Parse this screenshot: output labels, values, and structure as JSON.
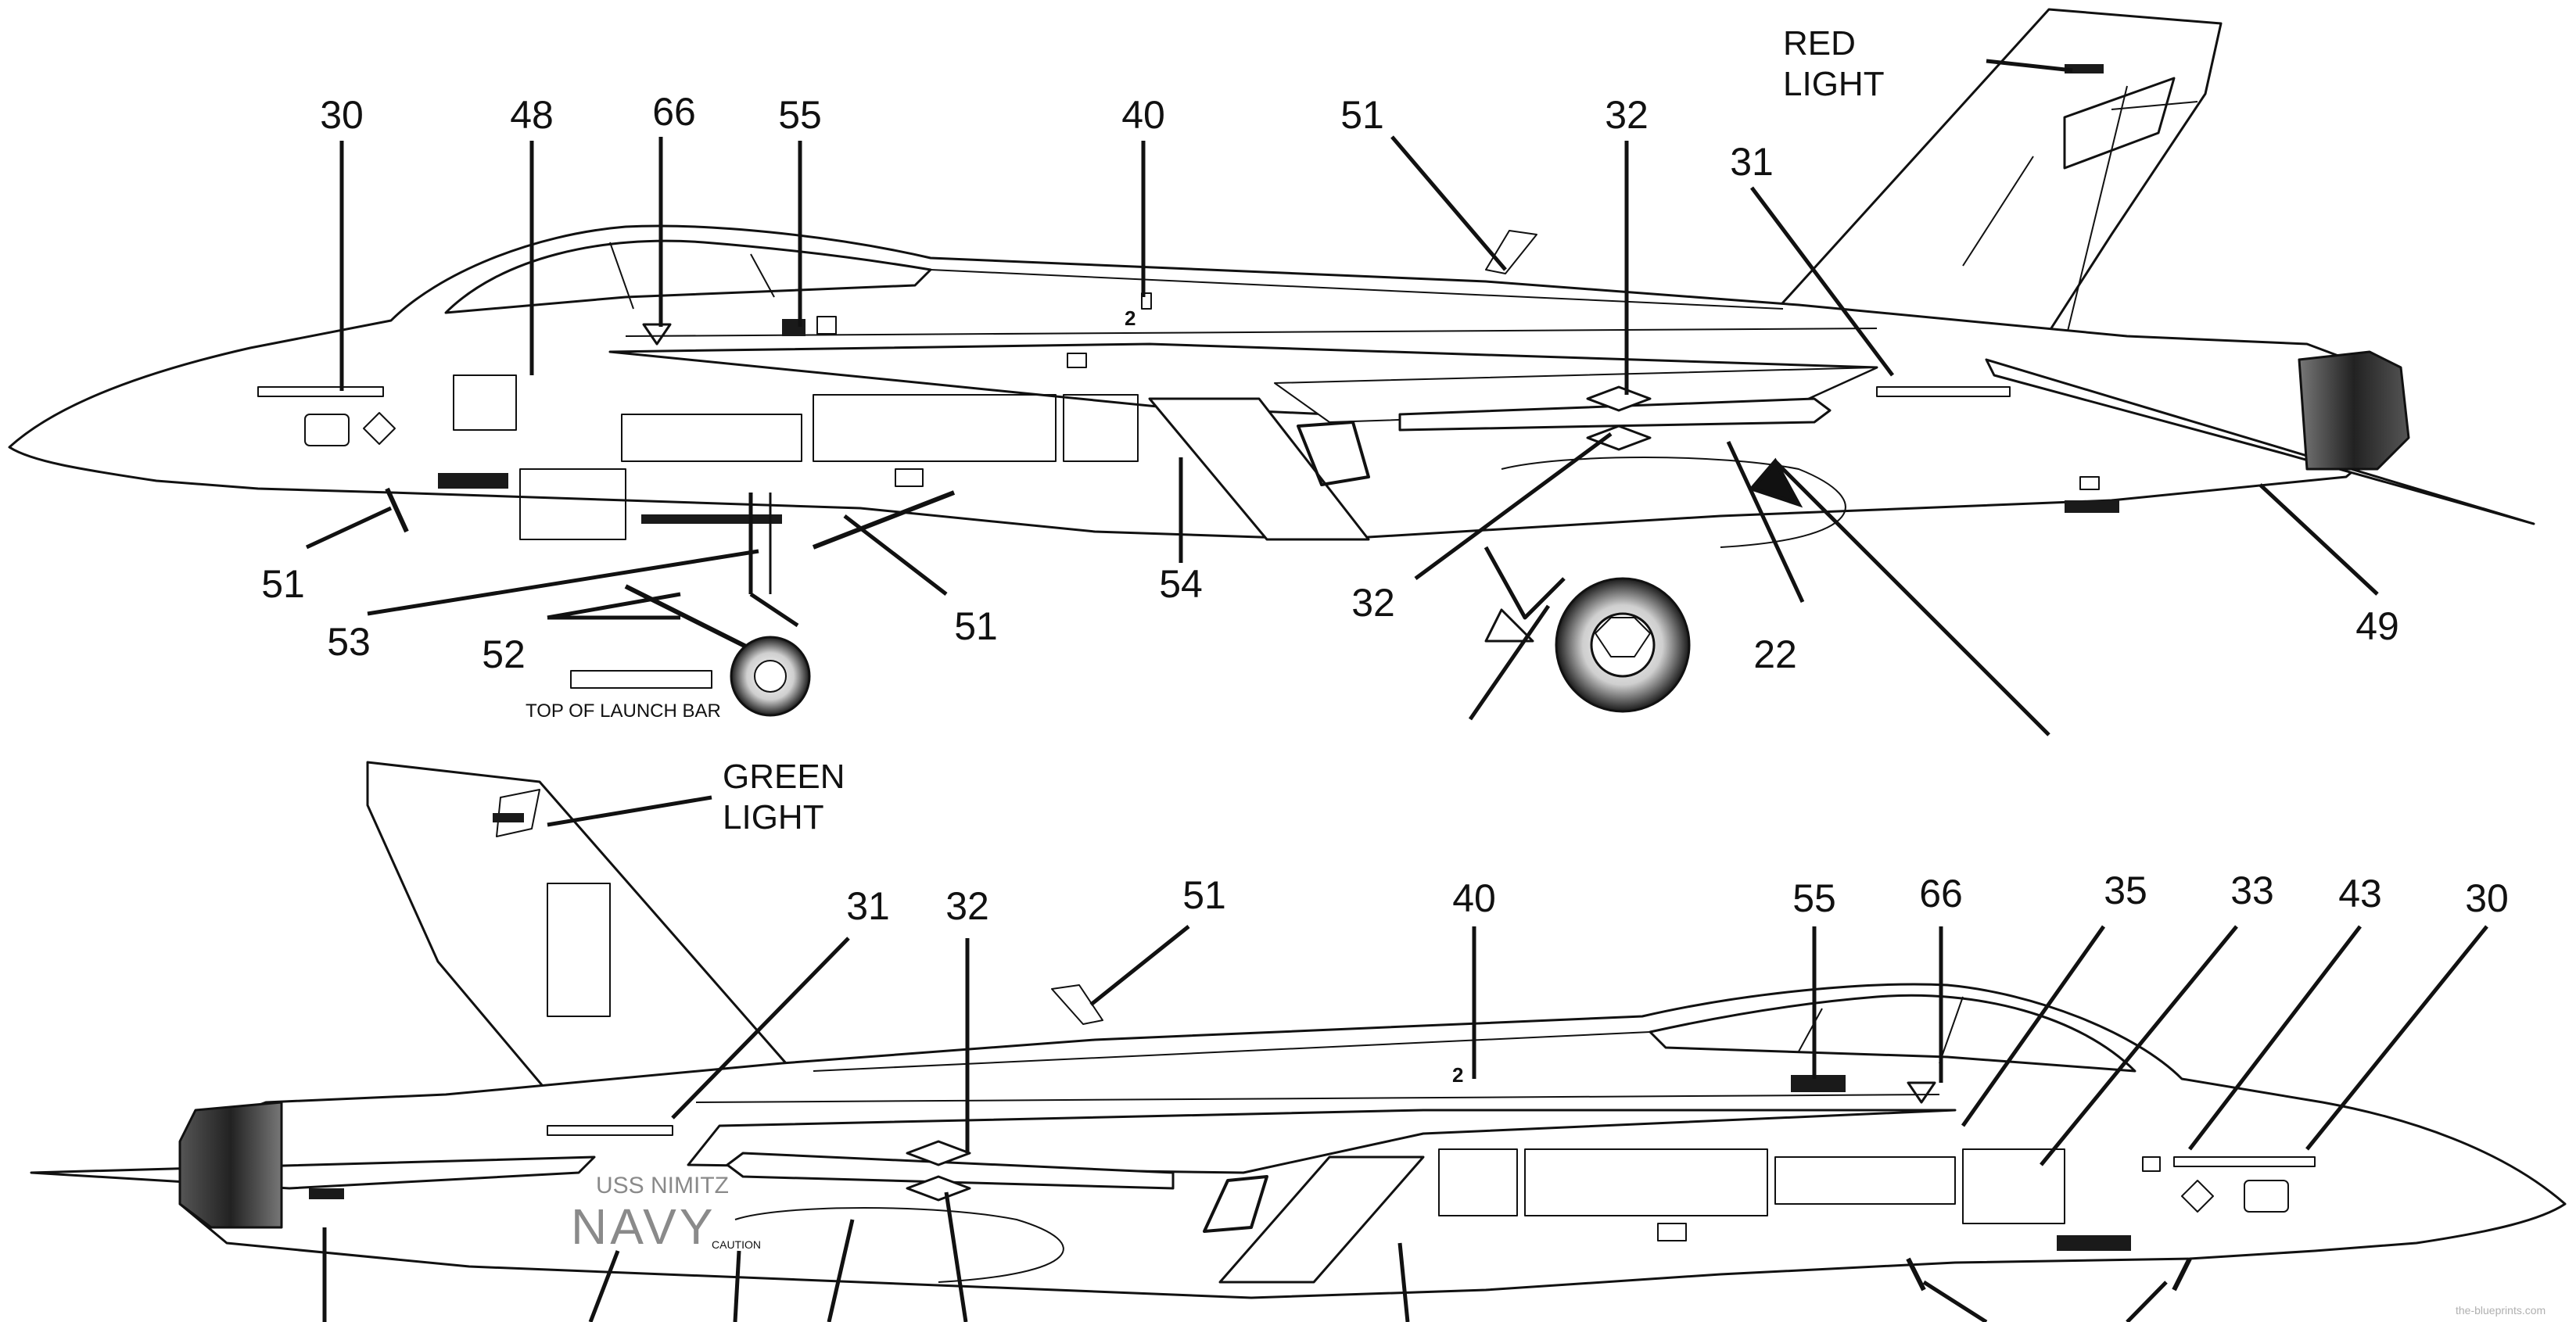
{
  "top_view": {
    "callouts": [
      "30",
      "48",
      "66",
      "55",
      "40",
      "51",
      "32",
      "31",
      "51",
      "53",
      "52",
      "51",
      "54",
      "32",
      "22",
      "49"
    ],
    "red_light": "RED\nLIGHT",
    "launch_bar": "TOP OF LAUNCH BAR",
    "station_number": "2"
  },
  "bottom_view": {
    "callouts": [
      "31",
      "32",
      "51",
      "40",
      "55",
      "66",
      "35",
      "33",
      "43",
      "30"
    ],
    "green_light": "GREEN\nLIGHT",
    "ship_name": "USS NIMITZ",
    "service_name": "NAVY",
    "caution": "CAUTION",
    "station_number": "2"
  },
  "watermark": "the-blueprints.com",
  "colors": {
    "line": "#111111",
    "stencil": "#8a8a8a",
    "panel_fill": "#1a1a1a",
    "background": "#ffffff"
  }
}
